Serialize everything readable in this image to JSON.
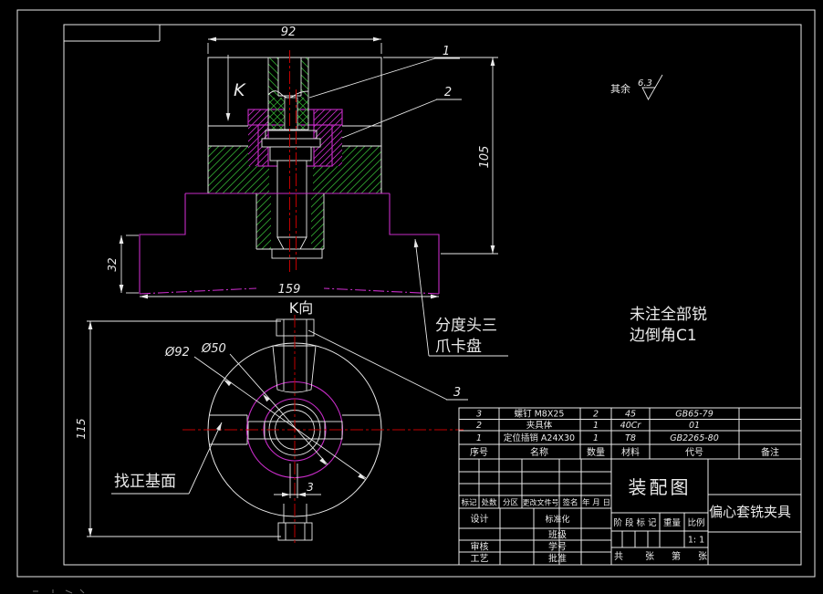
{
  "front_view": {
    "dim_92": "92",
    "dim_105": "105",
    "dim_32": "32",
    "dim_159": "159",
    "view_arrow": "K",
    "view_name": "K向",
    "balloon_1": "1",
    "balloon_2": "2",
    "balloon_3": "3"
  },
  "k_view": {
    "dim_115": "115",
    "dia_92": "Ø92",
    "dia_50": "Ø50",
    "dim_3": "3",
    "datum_label": "找正基面",
    "chuck_label_line1": "分度头三",
    "chuck_label_line2": "爪卡盘"
  },
  "notes": {
    "surface_prefix": "其余",
    "surface_value": "6.3",
    "chamfer_line1": "未注全部锐",
    "chamfer_line2": "边倒角C1"
  },
  "title_block": {
    "drawing_title": "装配图",
    "part_name": "偏心套铣夹具",
    "bom_headers": {
      "no": "序号",
      "name": "名称",
      "qty": "数量",
      "material": "材料",
      "code": "代号",
      "remark": "备注"
    },
    "bom_rows": [
      {
        "no": "3",
        "name": "螺钉 M8X25",
        "qty": "2",
        "material": "45",
        "code": "GB65-79"
      },
      {
        "no": "2",
        "name": "夹具体",
        "qty": "1",
        "material": "40Cr",
        "code": "01"
      },
      {
        "no": "1",
        "name": "定位插销 A24X30",
        "qty": "1",
        "material": "T8",
        "code": "GB2265-80"
      }
    ],
    "revision_row": {
      "mark": "标记",
      "count": "处数",
      "zone": "分区",
      "doc_no": "更改文件号",
      "sign": "签名",
      "date": "年 月 日"
    },
    "labels": {
      "design": "设计",
      "standardization": "标准化",
      "class_name": "班级",
      "audit": "审核",
      "student_no": "学号",
      "process": "工艺",
      "approve": "批准",
      "stage": "阶 段 标 记",
      "weight": "重量",
      "scale": "比例"
    },
    "scale_value": "1: 1",
    "sheet_row": {
      "total": "共",
      "sheet1": "张",
      "no": "第",
      "sheet2": "张"
    }
  }
}
